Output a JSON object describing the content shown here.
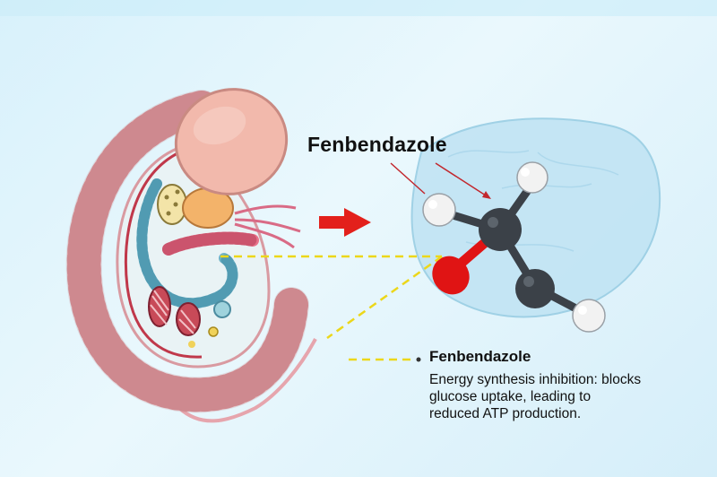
{
  "diagram": {
    "top_label": "Fenbendazole",
    "caption": {
      "title": "Fenbendazole",
      "line1": "Energy synthesis inhibition: blocks",
      "line2": "glucose uptake, leading to",
      "line3": "reduced ATP production."
    }
  },
  "colors": {
    "arrow": "#e3201b",
    "dashed_line": "#ecd71a",
    "carbon_atom": "#3b4148",
    "oxygen_atom": "#e01414",
    "hydrogen_atom": "#f2f2f2",
    "cell_blob": "#bfe3f3"
  }
}
